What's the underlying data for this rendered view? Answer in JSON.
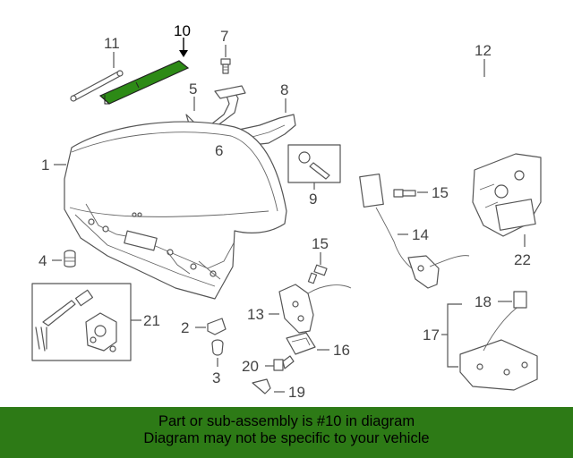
{
  "diagram": {
    "highlight_color": "#2d8a16",
    "callouts": {
      "c1": "1",
      "c2": "2",
      "c3": "3",
      "c4": "4",
      "c5": "5",
      "c6": "6",
      "c7": "7",
      "c8": "8",
      "c9": "9",
      "c10": "10",
      "c11": "11",
      "c12": "12",
      "c13": "13",
      "c14": "14",
      "c15a": "15",
      "c15b": "15",
      "c16": "16",
      "c17": "17",
      "c18": "18",
      "c19": "19",
      "c20": "20",
      "c21": "21",
      "c22": "22"
    }
  },
  "footer": {
    "background": "#2d7a16",
    "line1": "Part or sub-assembly is #10 in diagram",
    "line2": "Diagram may not be specific to your vehicle"
  }
}
